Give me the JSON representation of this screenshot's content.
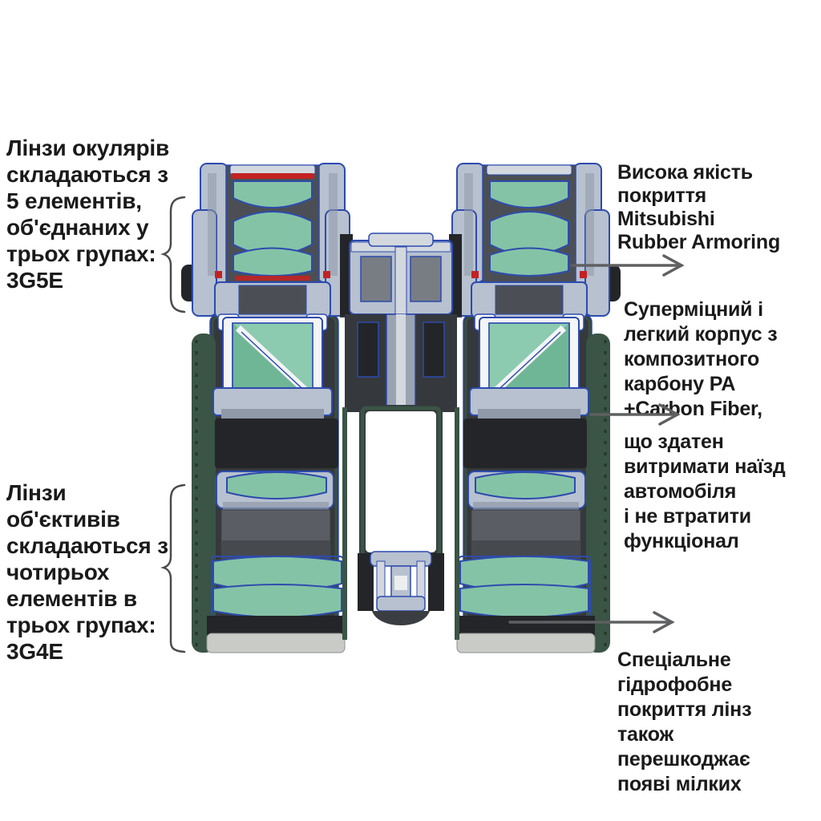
{
  "title": "Binoculars cutaway infographic",
  "annotations": {
    "eyepiece_label": "Лінзи окулярів\nскладаються з\n5 елементів,\nоб'єднаних у\nтрьох групах:\n3G5E",
    "objective_label": "Лінзи\nоб'єктивів\nскладаються з\nчотирьох\nелементів в\nтрьох групах:\n3G4E",
    "coating_label": "Висока якість\nпокриття\nMitsubishi\nRubber Armoring",
    "body_label_upper": "Суперміцний і\nлегкий корпус з\nкомпозитного\nкарбону PA\n+Carbon Fiber,",
    "body_label_lower": "що здатен\nвитримати наїзд\nавтомобіля\nі не втратити\nфункціонал",
    "hydrophobic_label": "Спеціальне\nгідрофобне\nпокриття лінз\nтакож\nперешкоджає\nпояві мілких"
  },
  "colors": {
    "text": "#1a1a1a",
    "arrowGray": "#5f6062",
    "braceGray": "#4a4b4d",
    "lensGreen": "#85c3a7",
    "prismGreen": "#6fb696",
    "prismLight": "#8ccbb0",
    "armorGreen": "#3a5445",
    "metal": "#b7c1cf",
    "metalLight": "#d3d8df",
    "metalDark": "#8f99a8",
    "outlineBlue": "#2d4bae",
    "bodyDark": "#35383c",
    "bodyDarker": "#232528",
    "tubeGray": "#5a5e64",
    "silver": "#c9cbc7",
    "accentRed": "#c32222"
  },
  "figure": {
    "type": "binoculars-cutaway-diagram",
    "background": "#ffffff"
  }
}
